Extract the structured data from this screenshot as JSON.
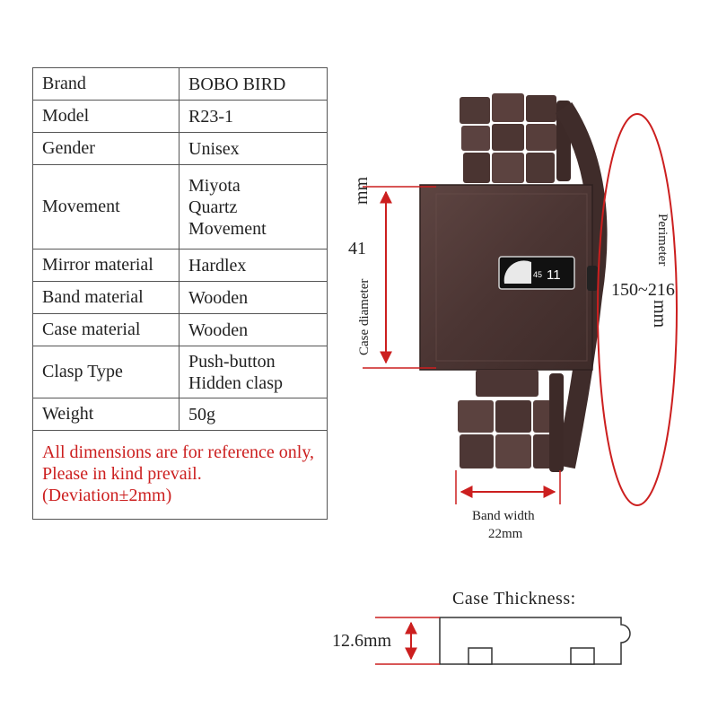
{
  "specs": [
    {
      "key": "Brand",
      "value": "BOBO BIRD"
    },
    {
      "key": "Model",
      "value": "R23-1"
    },
    {
      "key": "Gender",
      "value": "Unisex"
    },
    {
      "key": "Movement",
      "value": "Miyota\nQuartz\nMovement"
    },
    {
      "key": "Mirror material",
      "value": "Hardlex"
    },
    {
      "key": "Band material",
      "value": "Wooden"
    },
    {
      "key": "Case material",
      "value": "Wooden"
    },
    {
      "key": "Clasp Type",
      "value": "Push-button\nHidden clasp"
    },
    {
      "key": "Weight",
      "value": "50g"
    }
  ],
  "note": "All dimensions are for reference only, Please in kind prevail. (Deviation±2mm)",
  "dimensions": {
    "case_diameter_value": "41",
    "case_diameter_unit": "mm",
    "case_diameter_label": "Case diameter",
    "perimeter_label": "Perimeter",
    "perimeter_value": "150~216",
    "perimeter_unit": "mm",
    "band_width_label": "Band width",
    "band_width_value": "22mm",
    "case_thickness_label": "Case  Thickness:",
    "thickness_value": "12.6mm"
  },
  "dial": {
    "small_number": "45",
    "large_number": "11"
  },
  "colors": {
    "accent_red": "#cc1f1f",
    "wood_dark": "#4a3432",
    "wood_mid": "#5b413e",
    "border": "#555555"
  }
}
